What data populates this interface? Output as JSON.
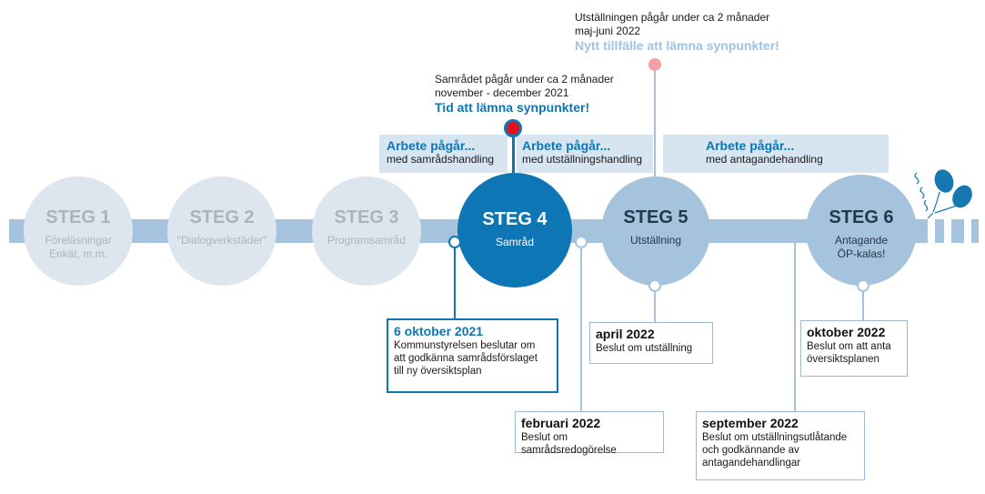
{
  "steps": [
    {
      "title": "STEG 1",
      "desc_lines": [
        "Föreläsningar",
        "Enkät, m.m."
      ]
    },
    {
      "title": "STEG 2",
      "desc_lines": [
        "\"Dialogverkstäder\""
      ]
    },
    {
      "title": "STEG 3",
      "desc_lines": [
        "Programsamråd"
      ]
    },
    {
      "title": "STEG 4",
      "desc_lines": [
        "Samråd"
      ]
    },
    {
      "title": "STEG 5",
      "desc_lines": [
        "Utställning"
      ]
    },
    {
      "title": "STEG 6",
      "desc_lines": [
        "Antagande",
        "ÖP-kalas!"
      ]
    }
  ],
  "work_bars": [
    {
      "heading": "Arbete pågår...",
      "sub": "med samrådshandling"
    },
    {
      "heading": "Arbete pågår...",
      "sub": "med utställningshandling"
    },
    {
      "heading": "Arbete pågår...",
      "sub": "med antagandehandling"
    }
  ],
  "notes": {
    "samrad": {
      "line1": "Samrådet pågår under ca 2 månader",
      "line2": "november - december 2021",
      "cta": "Tid att lämna synpunkter!"
    },
    "utstallning": {
      "line1": "Utställningen pågår under ca 2 månader",
      "line2": "maj-juni 2022",
      "cta": "Nytt tillfälle att lämna synpunkter!"
    }
  },
  "decisions": [
    {
      "date": "6 oktober 2021",
      "lines": [
        "Kommunstyrelsen beslutar om",
        "att godkänna samrådsförslaget",
        "till ny översiktsplan"
      ]
    },
    {
      "date": "februari 2022",
      "lines": [
        "Beslut om samrådsredogörelse"
      ]
    },
    {
      "date": "april 2022",
      "lines": [
        "Beslut om utställning"
      ]
    },
    {
      "date": "september 2022",
      "lines": [
        "Beslut om utställningsutlåtande",
        "och godkännande av",
        "antagandehandlingar"
      ]
    },
    {
      "date": "oktober 2022",
      "lines": [
        "Beslut om att anta",
        "översiktsplanen"
      ]
    }
  ],
  "colors": {
    "band": "#a6c3de",
    "work_bg": "#d7e5f1",
    "pale_circle": "#dde6ef",
    "pale_text": "#a9b4be",
    "active": "#0e76b5",
    "mid_circle": "#a6c3de",
    "dark_text": "#24384d",
    "pink": "#f4a0a4",
    "red": "#e0121b",
    "light_cta": "#9fc3e3"
  }
}
